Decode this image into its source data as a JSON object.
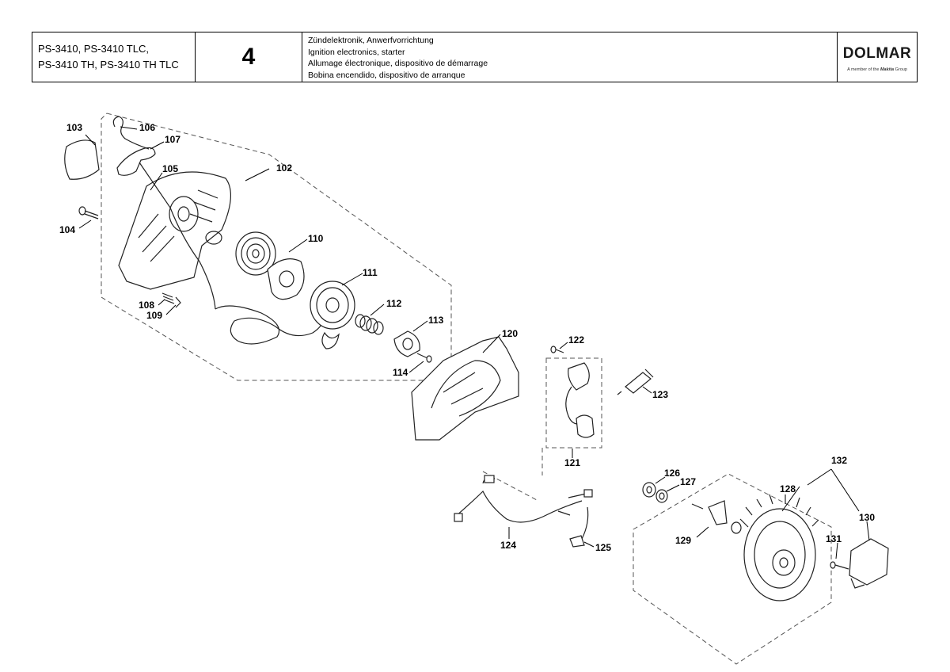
{
  "header": {
    "models": [
      "PS-3410, PS-3410 TLC,",
      "PS-3410 TH, PS-3410 TH TLC"
    ],
    "page_number": "4",
    "titles": [
      "Zündelektronik, Anwerfvorrichtung",
      "Ignition electronics, starter",
      "Allumage électronique, dispositivo de démarrage",
      "Bobina encendido, dispositivo de arranque"
    ],
    "brand": "DOLMAR",
    "tagline_prefix": "A member of the ",
    "tagline_brand": "Makita",
    "tagline_suffix": " Group"
  },
  "part_labels": {
    "p102": "102",
    "p103": "103",
    "p104": "104",
    "p105": "105",
    "p106": "106",
    "p107": "107",
    "p108": "108",
    "p109": "109",
    "p110": "110",
    "p111": "111",
    "p112": "112",
    "p113": "113",
    "p114": "114",
    "p120": "120",
    "p121": "121",
    "p122": "122",
    "p123": "123",
    "p124": "124",
    "p125": "125",
    "p126": "126",
    "p127": "127",
    "p128": "128",
    "p129": "129",
    "p130": "130",
    "p131": "131",
    "p132": "132"
  }
}
